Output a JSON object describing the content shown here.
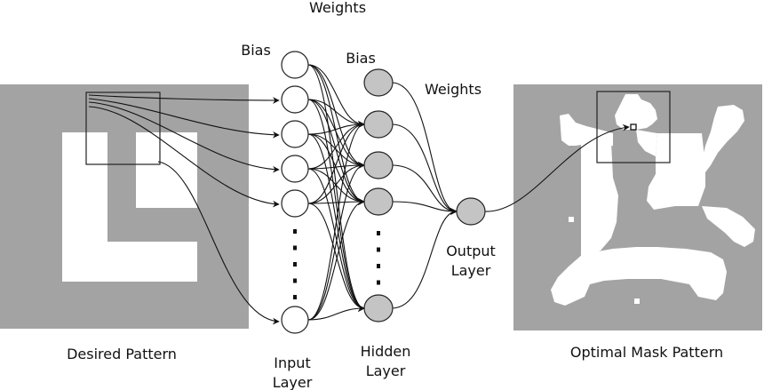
{
  "labels": {
    "weights_top": "Weights",
    "bias_input": "Bias",
    "bias_hidden": "Bias",
    "weights_right": "Weights",
    "desired_pattern": "Desired Pattern",
    "optimal_mask_pattern": "Optimal Mask Pattern",
    "input_layer_line1": "Input",
    "input_layer_line2": "Layer",
    "hidden_layer_line1": "Hidden",
    "hidden_layer_line2": "Layer",
    "output_layer_line1": "Output",
    "output_layer_line2": "Layer"
  },
  "network": {
    "input_nodes_visible": 6,
    "hidden_nodes_visible": 5,
    "output_nodes": 1,
    "input_bias_node": true,
    "hidden_bias_node": true,
    "ellipsis_dots_input": 5,
    "ellipsis_dots_hidden": 4
  },
  "colors": {
    "pattern_dark": "#a3a3a3",
    "pattern_light": "#ffffff",
    "hidden_node_fill": "#c4c4c4",
    "input_node_fill": "#ffffff",
    "stroke": "#222222"
  }
}
